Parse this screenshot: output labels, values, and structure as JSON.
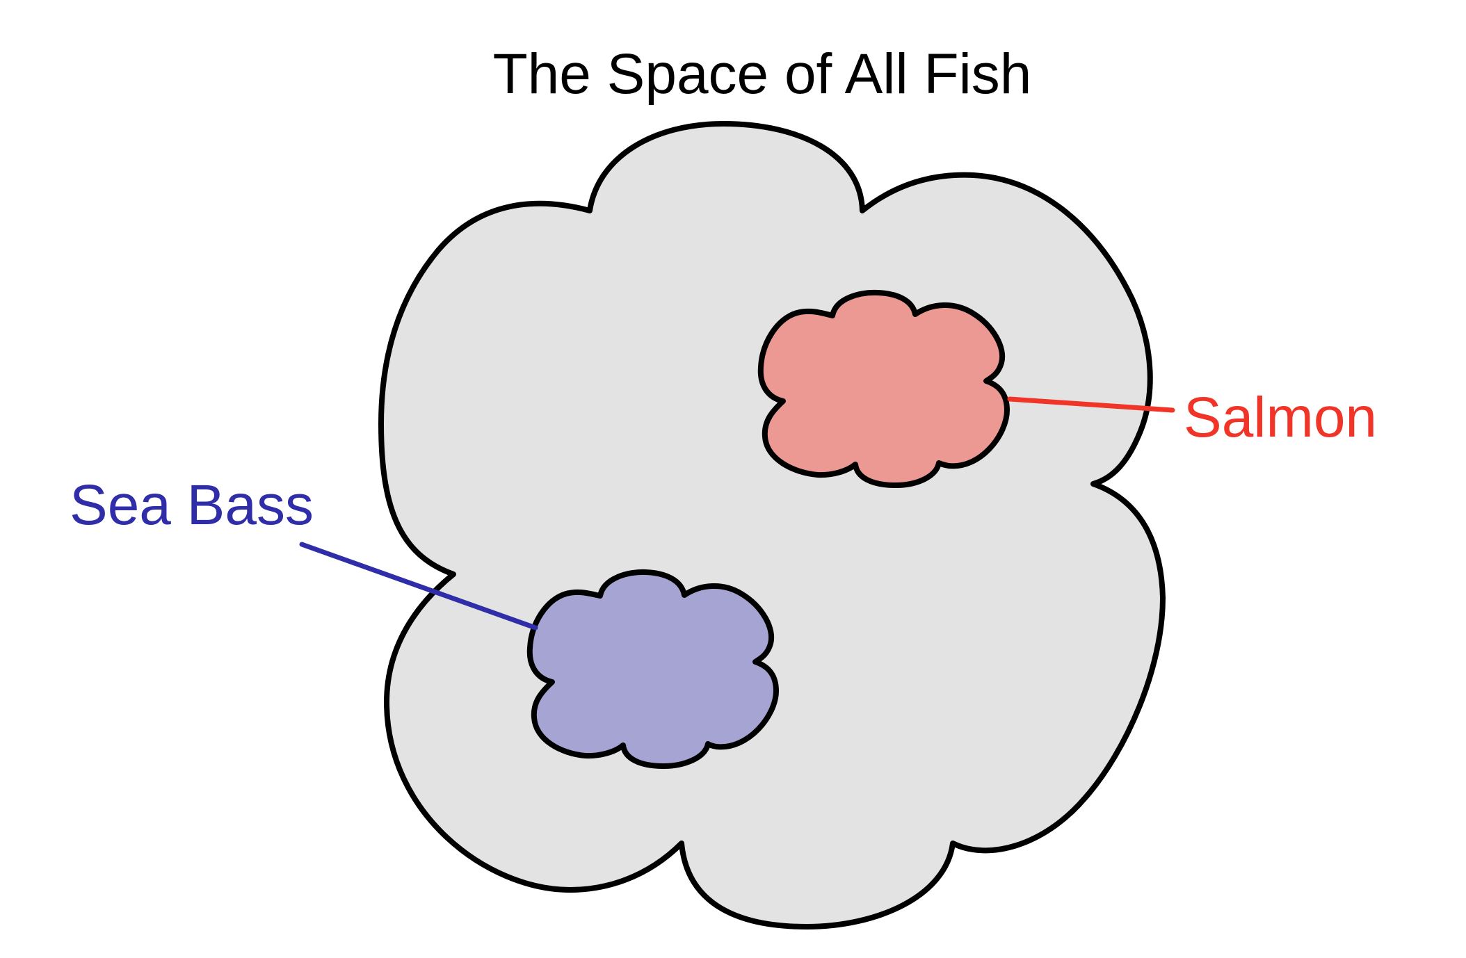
{
  "title": "The Space of All Fish",
  "labels": {
    "salmon": "Salmon",
    "sea_bass": "Sea Bass"
  },
  "colors": {
    "outer_fill": "#e3e3e3",
    "outline": "#000000",
    "salmon_fill": "#ec9893",
    "salmon_label": "#f03528",
    "sea_bass_fill": "#a5a4d3",
    "sea_bass_label": "#2f2ea8"
  }
}
